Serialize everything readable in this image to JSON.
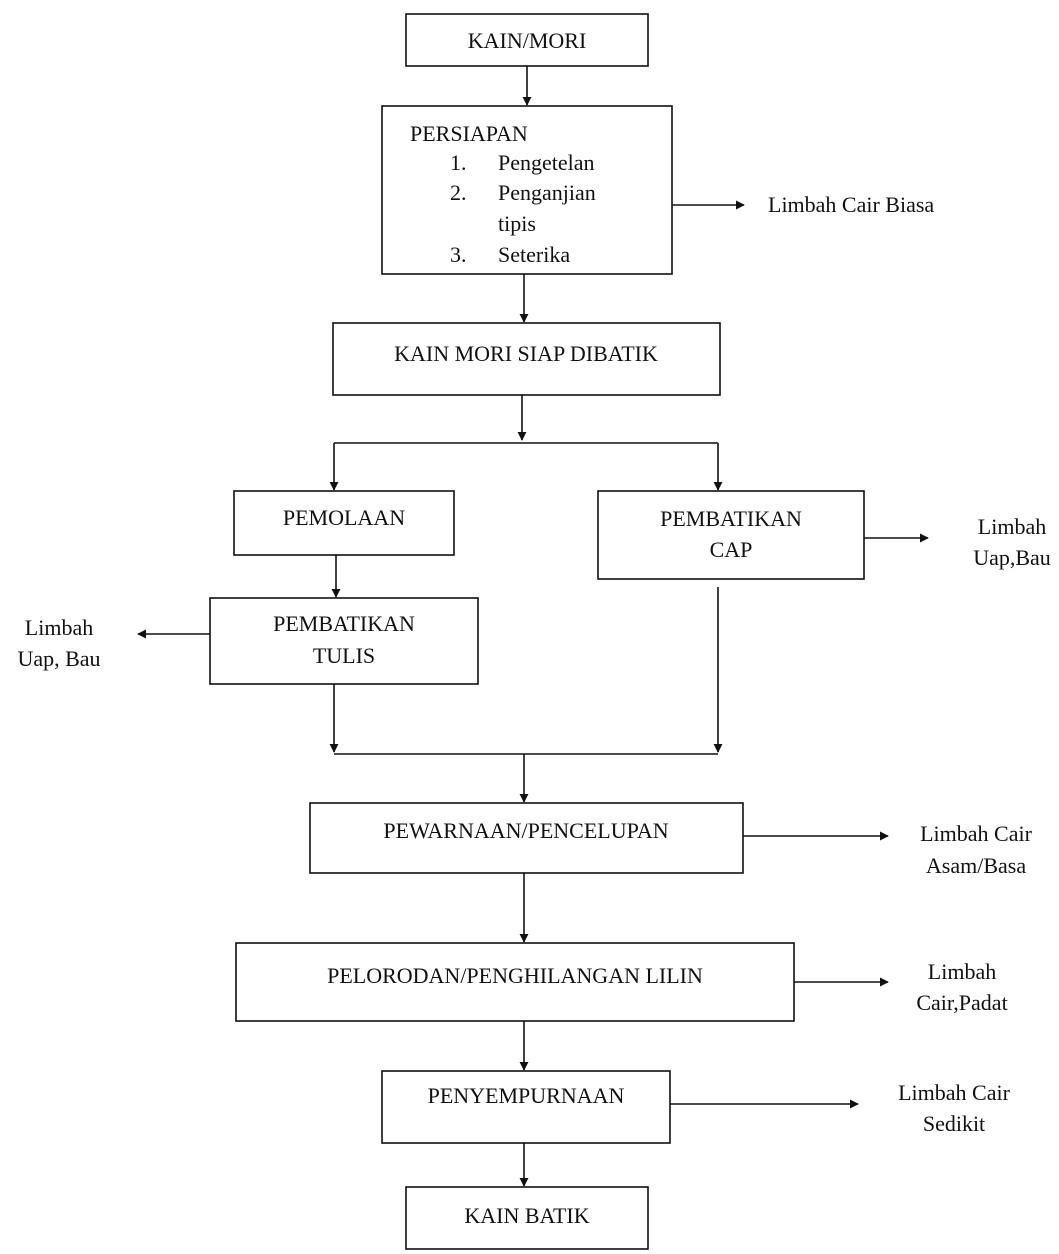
{
  "boxes": {
    "kain_mori": "KAIN/MORI",
    "persiapan": {
      "title": "PERSIAPAN",
      "items": [
        {
          "num": "1.",
          "text": [
            "Pengetelan"
          ]
        },
        {
          "num": "2.",
          "text": [
            "Penganjian",
            "tipis"
          ]
        },
        {
          "num": "3.",
          "text": [
            "Seterika"
          ]
        }
      ]
    },
    "siap_dibatik": "KAIN MORI SIAP DIBATIK",
    "pemolaan": "PEMOLAAN",
    "pembatikan_cap": [
      "PEMBATIKAN",
      "CAP"
    ],
    "pembatikan_tulis": [
      "PEMBATIKAN",
      "TULIS"
    ],
    "pewarnaan": "PEWARNAAN/PENCELUPAN",
    "pelorodan": "PELORODAN/PENGHILANGAN LILIN",
    "penyempurnaan": "PENYEMPURNAAN",
    "kain_batik": "KAIN BATIK"
  },
  "outputs": {
    "persiapan": [
      "Limbah Cair Biasa"
    ],
    "cap": [
      "Limbah",
      "Uap,Bau"
    ],
    "tulis": [
      "Limbah",
      "Uap, Bau"
    ],
    "pewarnaan": [
      "Limbah Cair",
      "Asam/Basa"
    ],
    "pelorodan": [
      "Limbah",
      "Cair,Padat"
    ],
    "penyempurnaan": [
      "Limbah Cair",
      "Sedikit"
    ]
  }
}
